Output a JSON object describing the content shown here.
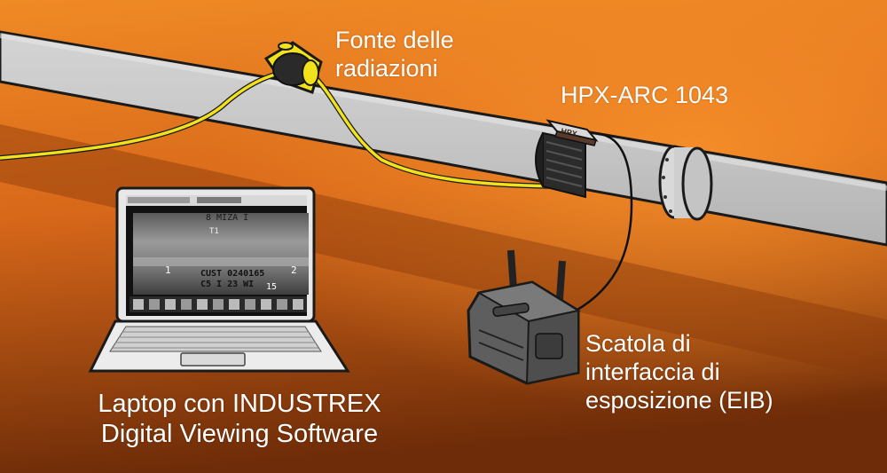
{
  "labels": {
    "source": {
      "line1": "Fonte delle",
      "line2": "radiazioni"
    },
    "device": "HPX-ARC 1043",
    "eib": {
      "line1": "Scatola di",
      "line2": "interfaccia di",
      "line3": "esposizione (EIB)"
    },
    "laptop": {
      "line1": "Laptop con INDUSTREX",
      "line2": "Digital Viewing Software"
    }
  },
  "device_logo": "HPX",
  "screen_image": {
    "marks": [
      "8 MIZA I",
      "T1",
      "1",
      "2",
      "CUST  0240165",
      "C5 I  23 WI",
      "15"
    ]
  },
  "colors": {
    "background_top": "#e8761c",
    "background_bottom": "#7a3208",
    "pipe": "#c9c9c9",
    "cable_yellow": "#f2e21c",
    "text": "#ffffff"
  }
}
